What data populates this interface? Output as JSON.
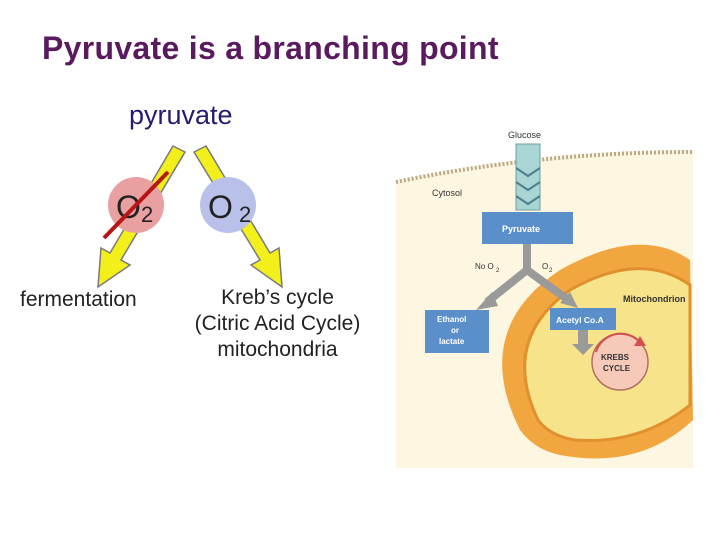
{
  "title": "Pyruvate is a branching point",
  "pyruvate_label": "pyruvate",
  "o2_symbol": "O",
  "o2_subscript": "2",
  "fermentation_label": "fermentation",
  "kreb_lines": [
    "Kreb’s cycle",
    "(Citric Acid Cycle)",
    "mitochondria"
  ],
  "figure": {
    "glucose": "Glucose",
    "cytosol": "Cytosol",
    "pyruvate": "Pyruvate",
    "no_o2": "No O",
    "o2": "O",
    "sub": "2",
    "mitochondrion": "Mitochondrion",
    "ethanol_lines": [
      "Ethanol",
      "or",
      "lactate"
    ],
    "acetyl": "Acetyl Co.A",
    "krebs_lines": [
      "KREBS",
      "CYCLE"
    ]
  },
  "colors": {
    "title": "#5a1a5e",
    "arrow_fill": "#f2ef1a",
    "arrow_stroke": "#7a7a7a",
    "o2_circle_left": "#e9a0a0",
    "o2_circle_right": "#b9c1ea",
    "cross": "#b81515",
    "box_blue": "#5b8fc9",
    "cytosol_bg": "#fdf6e0",
    "mito_orange": "#f2a640",
    "mito_yellow": "#f7e38a"
  }
}
